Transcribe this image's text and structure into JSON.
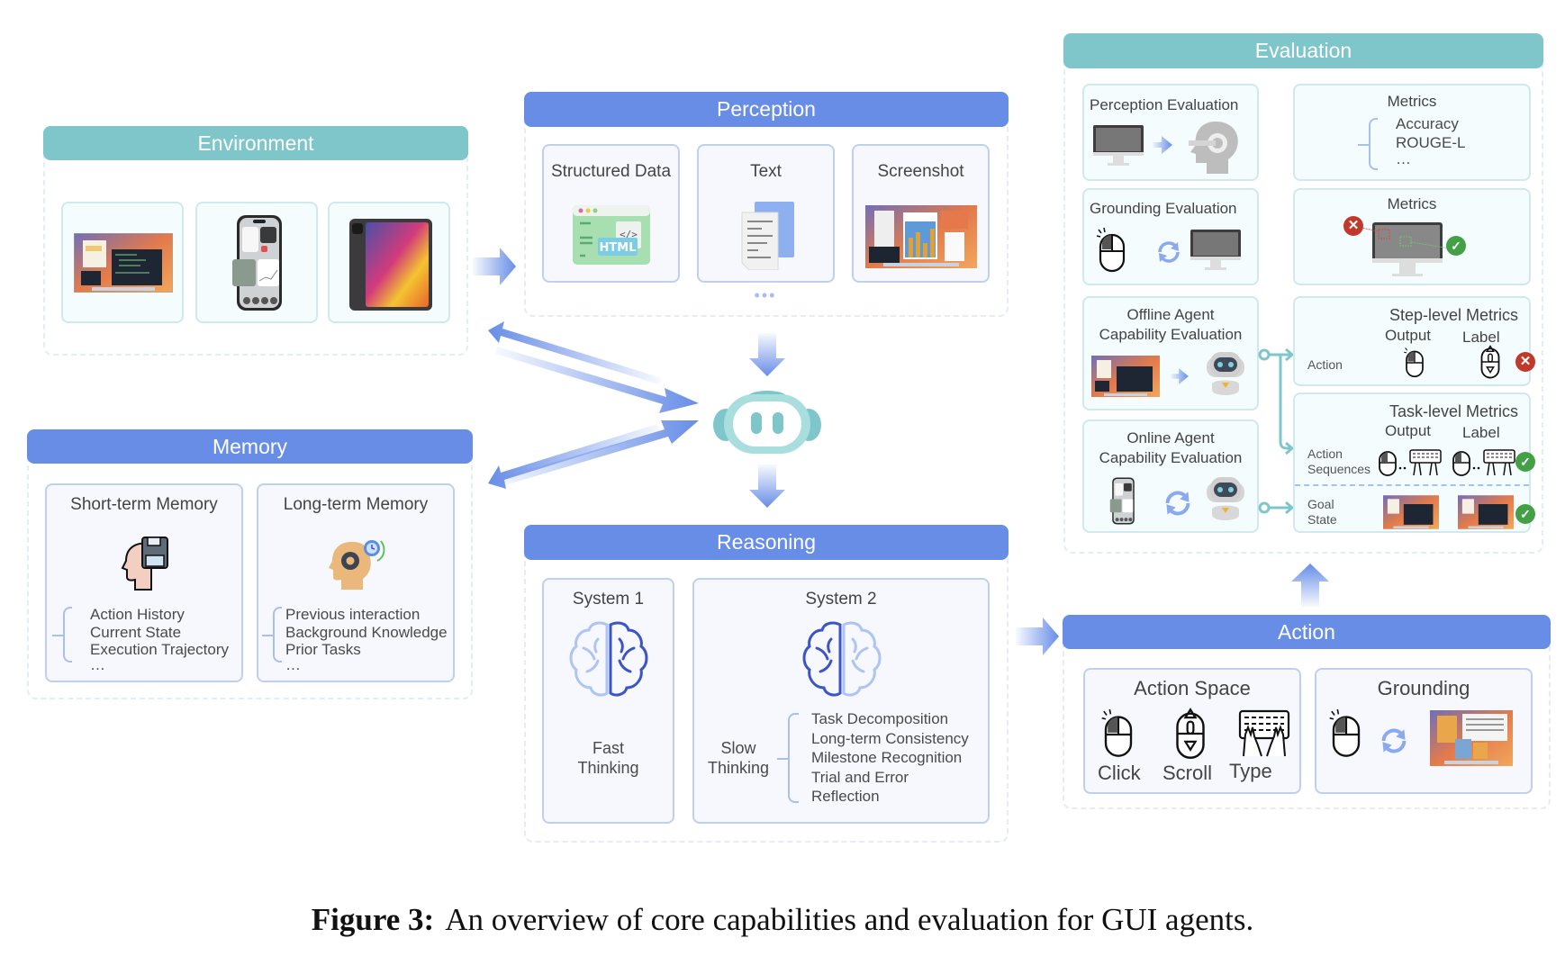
{
  "environment": {
    "title": "Environment",
    "devices": [
      "desktop-screenshot",
      "smartphone",
      "tablet"
    ]
  },
  "memory": {
    "title": "Memory",
    "short_term": {
      "title": "Short-term Memory",
      "icon": "head-floppy-disk-icon",
      "items": [
        "Action History",
        "Current State",
        "Execution Trajectory",
        "…"
      ]
    },
    "long_term": {
      "title": "Long-term Memory",
      "icon": "head-gear-clock-icon",
      "items": [
        "Previous interaction",
        "Background Knowledge",
        "Prior Tasks",
        "…"
      ]
    }
  },
  "perception": {
    "title": "Perception",
    "cards": [
      {
        "title": "Structured Data",
        "icon": "html-window-icon"
      },
      {
        "title": "Text",
        "icon": "documents-icon"
      },
      {
        "title": "Screenshot",
        "icon": "screenshot-image"
      }
    ],
    "more": "•••"
  },
  "agent": {
    "icon": "robot-head-icon"
  },
  "reasoning": {
    "title": "Reasoning",
    "system1": {
      "title": "System 1",
      "label_line1": "Fast",
      "label_line2": "Thinking"
    },
    "system2": {
      "title": "System 2",
      "label_line1": "Slow",
      "label_line2": "Thinking",
      "items": [
        "Task Decomposition",
        "Long-term Consistency",
        "Milestone Recognition",
        "Trial and Error",
        "Reflection"
      ]
    }
  },
  "evaluation": {
    "title": "Evaluation",
    "perception_eval": {
      "title": "Perception Evaluation"
    },
    "perception_metrics": {
      "title": "Metrics",
      "items": [
        "Accuracy",
        "ROUGE-L",
        "…"
      ]
    },
    "grounding_eval": {
      "title": "Grounding Evaluation"
    },
    "grounding_metrics": {
      "title": "Metrics"
    },
    "offline": {
      "title_line1": "Offline Agent",
      "title_line2": "Capability Evaluation"
    },
    "online": {
      "title_line1": "Online Agent",
      "title_line2": "Capability Evaluation"
    },
    "step_level": {
      "title": "Step-level Metrics",
      "output": "Output",
      "label": "Label",
      "row": "Action",
      "result": "fail"
    },
    "task_level": {
      "title": "Task-level Metrics",
      "output": "Output",
      "label": "Label",
      "row1_line1": "Action",
      "row1_line2": "Sequences",
      "row1_result": "pass",
      "row2_line1": "Goal",
      "row2_line2": "State",
      "row2_result": "pass"
    }
  },
  "action": {
    "title": "Action",
    "action_space": {
      "title": "Action Space",
      "items": [
        "Click",
        "Scroll",
        "Type"
      ]
    },
    "grounding": {
      "title": "Grounding"
    }
  },
  "caption": {
    "label": "Figure 3:",
    "text": "An overview of core capabilities and evaluation for GUI agents."
  }
}
